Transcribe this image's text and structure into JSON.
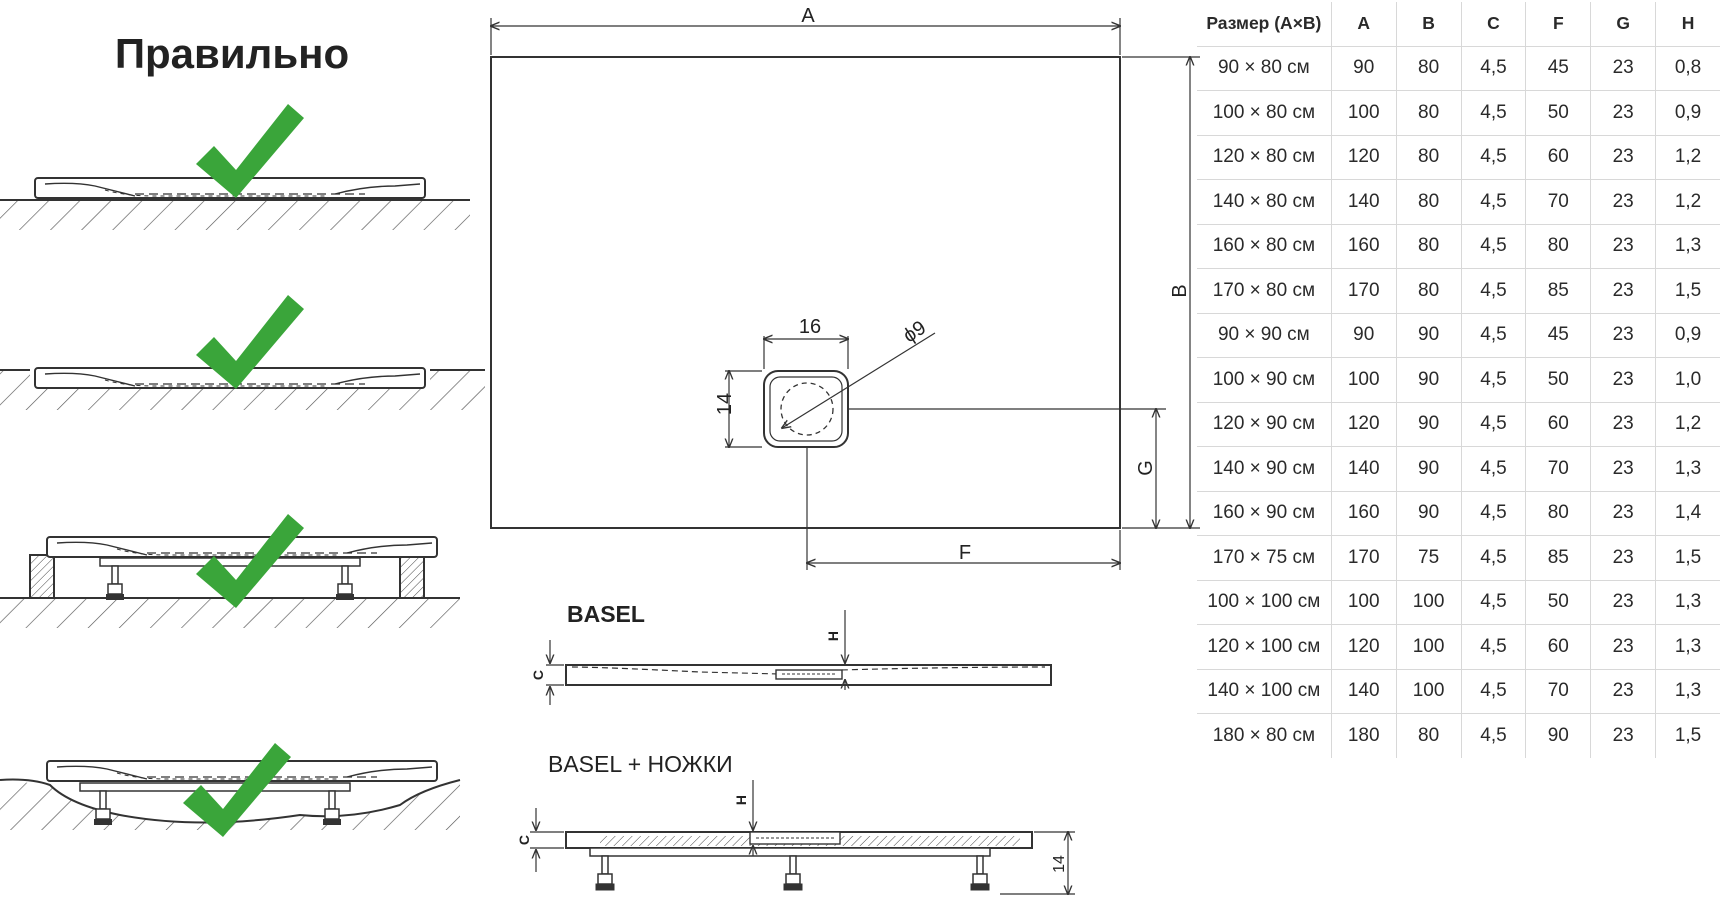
{
  "heading": "Правильно",
  "labels": {
    "a": "A",
    "b": "B",
    "f": "F",
    "g": "G",
    "d16": "16",
    "d14": "14",
    "phi9": "ϕ9",
    "basel": "BASEL",
    "basel_legs": "BASEL + НОЖКИ",
    "h": "H",
    "c": "C",
    "d14_legs": "14"
  },
  "colors": {
    "check": "#3aa53a",
    "line": "#333333",
    "table_border": "#d8d8d8"
  },
  "table": {
    "headers": [
      "Размер (A×B)",
      "A",
      "B",
      "C",
      "F",
      "G",
      "H"
    ],
    "rows": [
      [
        "90 × 80 см",
        "90",
        "80",
        "4,5",
        "45",
        "23",
        "0,8"
      ],
      [
        "100 × 80 см",
        "100",
        "80",
        "4,5",
        "50",
        "23",
        "0,9"
      ],
      [
        "120 × 80 см",
        "120",
        "80",
        "4,5",
        "60",
        "23",
        "1,2"
      ],
      [
        "140 × 80 см",
        "140",
        "80",
        "4,5",
        "70",
        "23",
        "1,2"
      ],
      [
        "160 × 80 см",
        "160",
        "80",
        "4,5",
        "80",
        "23",
        "1,3"
      ],
      [
        "170 × 80 см",
        "170",
        "80",
        "4,5",
        "85",
        "23",
        "1,5"
      ],
      [
        "90 × 90 см",
        "90",
        "90",
        "4,5",
        "45",
        "23",
        "0,9"
      ],
      [
        "100 × 90 см",
        "100",
        "90",
        "4,5",
        "50",
        "23",
        "1,0"
      ],
      [
        "120 × 90 см",
        "120",
        "90",
        "4,5",
        "60",
        "23",
        "1,2"
      ],
      [
        "140 × 90 см",
        "140",
        "90",
        "4,5",
        "70",
        "23",
        "1,3"
      ],
      [
        "160 × 90 см",
        "160",
        "90",
        "4,5",
        "80",
        "23",
        "1,4"
      ],
      [
        "170 × 75 см",
        "170",
        "75",
        "4,5",
        "85",
        "23",
        "1,5"
      ],
      [
        "100 × 100 см",
        "100",
        "100",
        "4,5",
        "50",
        "23",
        "1,3"
      ],
      [
        "120 × 100 см",
        "120",
        "100",
        "4,5",
        "60",
        "23",
        "1,3"
      ],
      [
        "140 × 100 см",
        "140",
        "100",
        "4,5",
        "70",
        "23",
        "1,3"
      ],
      [
        "180 × 80 см",
        "180",
        "80",
        "4,5",
        "90",
        "23",
        "1,5"
      ]
    ]
  }
}
